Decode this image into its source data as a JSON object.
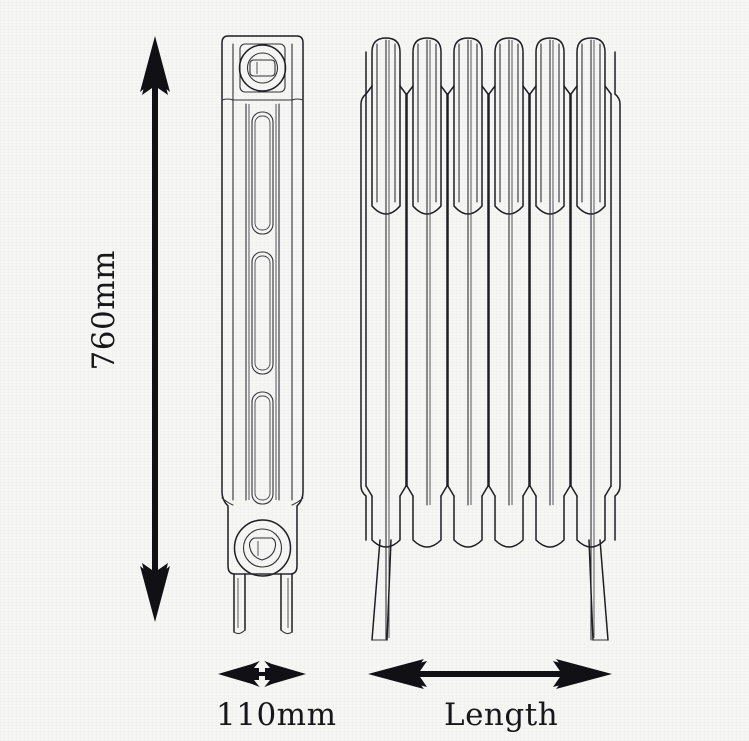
{
  "drawing": {
    "title": "Cast iron column radiator dimensioned technical drawing",
    "background_color": "#f6f6f5",
    "line_color": "#1a1a1f",
    "text_color": "#17171b",
    "views": [
      {
        "name": "side-elevation-view",
        "description": "Side profile of a single radiator section showing top valve boss, three recessed rounded-rectangle panels and bottom valve boss with two splayed feet"
      },
      {
        "name": "front-elevation-view",
        "description": "Front view of a six-column cast iron radiator with rounded column caps, hexagonal bottom sections and two feet"
      }
    ],
    "columns_count": 6,
    "side_panel_slots": 3
  },
  "dimensions": {
    "height": {
      "label": "760mm",
      "orientation": "vertical",
      "arrow": "double-headed-vertical-arrow"
    },
    "depth": {
      "label": "110mm",
      "orientation": "horizontal",
      "arrow": "double-headed-horizontal-arrow-with-vertical-arrow-inset"
    },
    "length": {
      "label": "Length",
      "orientation": "horizontal",
      "arrow": "double-headed-horizontal-arrow"
    }
  }
}
